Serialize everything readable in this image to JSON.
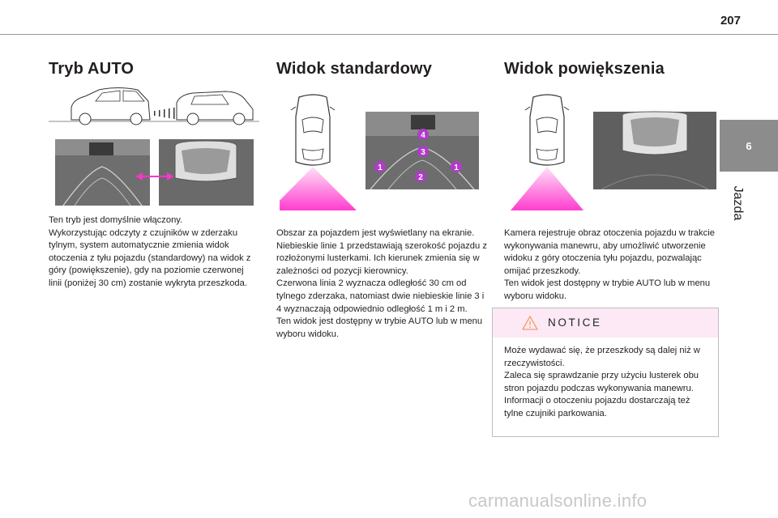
{
  "page": {
    "number": "207"
  },
  "chapter": {
    "number": "6",
    "name": "Jazda"
  },
  "sections": [
    {
      "title": "Tryb AUTO",
      "paragraphs": [
        "Ten tryb jest domyślnie włączony.\nWykorzystując odczyty z czujników w zderzaku tylnym, system automatycznie zmienia widok otoczenia z tyłu pojazdu (standardowy) na widok z góry (powiększenie), gdy na poziomie czerwonej linii (poniżej 30 cm) zostanie wykryta przeszkoda."
      ]
    },
    {
      "title": "Widok standardowy",
      "paragraphs": [
        "Obszar za pojazdem jest wyświetlany na ekranie.",
        "Niebieskie linie 1 przedstawiają szerokość pojazdu z rozłożonymi lusterkami. Ich kierunek zmienia się w zależności od pozycji kierownicy.",
        "Czerwona linia 2 wyznacza odległość 30 cm od tylnego zderzaka, natomiast dwie niebieskie linie 3 i 4 wyznaczają odpowiednio odległość 1 m i 2 m.",
        "Ten widok jest dostępny w trybie AUTO lub w menu wyboru widoku."
      ],
      "markers": [
        "4",
        "3",
        "1",
        "2",
        "1"
      ]
    },
    {
      "title": "Widok powiększenia",
      "paragraphs": [
        "Kamera rejestruje obraz otoczenia pojazdu w trakcie wykonywania manewru, aby umożliwić utworzenie widoku z góry otoczenia tyłu pojazdu, pozwalając omijać przeszkody.",
        "Ten widok jest dostępny w trybie AUTO lub w menu wyboru widoku."
      ]
    }
  ],
  "notice": {
    "title": "NOTICE",
    "paragraphs": [
      "Może wydawać się, że przeszkody są dalej niż w rzeczywistości.",
      "Zaleca się sprawdzanie przy użyciu lusterek obu stron pojazdu podczas wykonywania manewru.",
      "Informacji o otoczeniu pojazdu dostarczają też tylne czujniki parkowania."
    ]
  },
  "footer": {
    "watermark": "carmanualsonline.info"
  },
  "colors": {
    "accent": "#ff33cc",
    "marker": "#b03cc8",
    "notice_bg": "#fde8f6",
    "tab": "#8c8c8c"
  }
}
